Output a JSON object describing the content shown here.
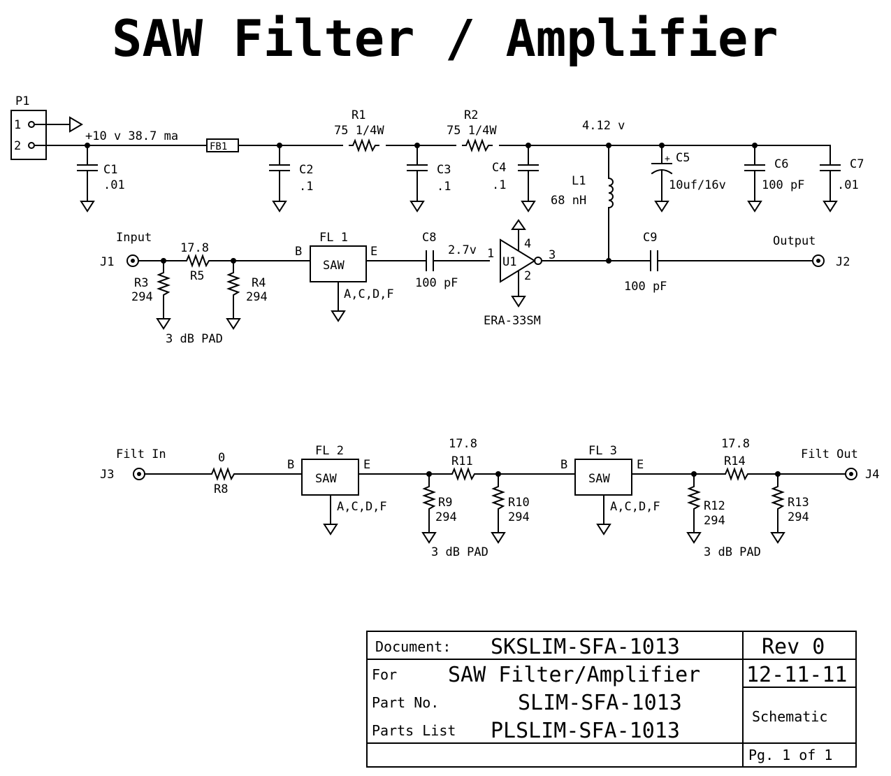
{
  "title": "SAW Filter /  Amplifier",
  "connector": {
    "ref": "P1",
    "pin1": "1",
    "pin2": "2"
  },
  "supply": {
    "label": "+10 v 38.7 ma",
    "node_voltage": "4.12 v"
  },
  "parts": {
    "FB1": {
      "ref": "FB1"
    },
    "C1": {
      "ref": "C1",
      "value": ".01"
    },
    "C2": {
      "ref": "C2",
      "value": ".1"
    },
    "C3": {
      "ref": "C3",
      "value": ".1"
    },
    "C4": {
      "ref": "C4",
      "value": ".1"
    },
    "C5": {
      "ref": "C5",
      "value": "10uf/16v",
      "polarity": "+"
    },
    "C6": {
      "ref": "C6",
      "value": "100 pF"
    },
    "C7": {
      "ref": "C7",
      "value": ".01"
    },
    "R1": {
      "ref": "R1",
      "value": "75 1/4W"
    },
    "R2": {
      "ref": "R2",
      "value": "75 1/4W"
    },
    "L1": {
      "ref": "L1",
      "value": "68 nH"
    },
    "J1": {
      "ref": "J1",
      "label": "Input"
    },
    "J2": {
      "ref": "J2",
      "label": "Output"
    },
    "J3": {
      "ref": "J3",
      "label": "Filt In"
    },
    "J4": {
      "ref": "J4",
      "label": "Filt Out"
    },
    "R3": {
      "ref": "R3",
      "value": "294"
    },
    "R4": {
      "ref": "R4",
      "value": "294"
    },
    "R5": {
      "ref": "R5",
      "value": "17.8"
    },
    "R8": {
      "ref": "R8",
      "value": "0"
    },
    "R9": {
      "ref": "R9",
      "value": "294"
    },
    "R10": {
      "ref": "R10",
      "value": "294"
    },
    "R11": {
      "ref": "R11",
      "value": "17.8"
    },
    "R12": {
      "ref": "R12",
      "value": "294"
    },
    "R13": {
      "ref": "R13",
      "value": "294"
    },
    "R14": {
      "ref": "R14",
      "value": "17.8"
    },
    "FL1": {
      "ref": "FL 1",
      "body": "SAW",
      "pin_in": "B",
      "pin_out": "E",
      "gnd_pins": "A,C,D,F"
    },
    "FL2": {
      "ref": "FL 2",
      "body": "SAW",
      "pin_in": "B",
      "pin_out": "E",
      "gnd_pins": "A,C,D,F"
    },
    "FL3": {
      "ref": "FL 3",
      "body": "SAW",
      "pin_in": "B",
      "pin_out": "E",
      "gnd_pins": "A,C,D,F"
    },
    "C8": {
      "ref": "C8",
      "value": "100 pF",
      "node": "2.7v"
    },
    "C9": {
      "ref": "C9",
      "value": "100 pF"
    },
    "U1": {
      "ref": "U1",
      "part": "ERA-33SM",
      "pin1": "1",
      "pin2": "2",
      "pin3": "3",
      "pin4": "4"
    }
  },
  "pads": {
    "pad1": "3 dB PAD",
    "pad2": "3 dB PAD",
    "pad3": "3 dB PAD"
  },
  "title_block": {
    "document_label": "Document:",
    "document": "SKSLIM-SFA-1013",
    "rev": "Rev 0",
    "for_label": "For",
    "for": "SAW Filter/Amplifier",
    "date": "12-11-11",
    "part_label": "Part No.",
    "part": "SLIM-SFA-1013",
    "parts_list_label": "Parts List",
    "parts_list": "PLSLIM-SFA-1013",
    "sheet_type": "Schematic",
    "page": "Pg. 1 of 1"
  }
}
